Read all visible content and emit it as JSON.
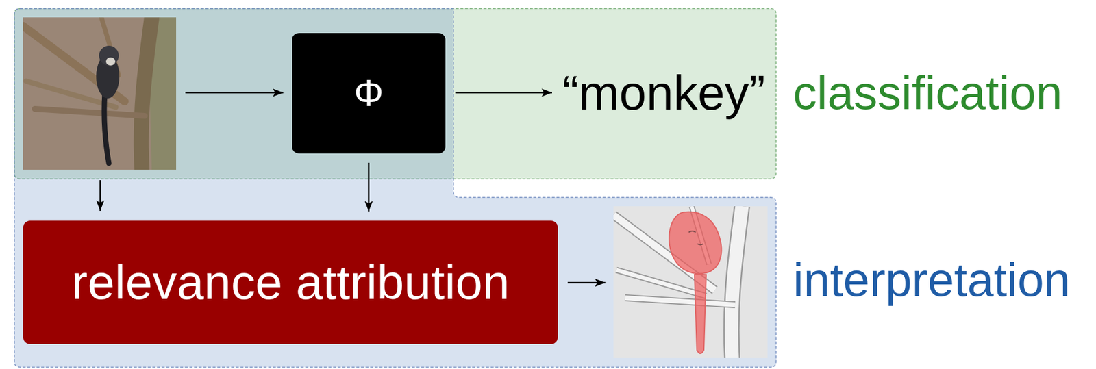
{
  "diagram": {
    "nodes": [
      {
        "text": [
          "classification"
        ]
      },
      {
        "text": [
          "interpretation"
        ]
      },
      {
        "text": [
          "Φ"
        ],
        "in": 0
      },
      {
        "text": [
          "relevance attribution"
        ],
        "in": 1
      }
    ],
    "edges": [
      {
        "from": 2,
        "to": 3,
        "arrow": "to"
      }
    ],
    "labels": [
      "“monkey”"
    ]
  }
}
